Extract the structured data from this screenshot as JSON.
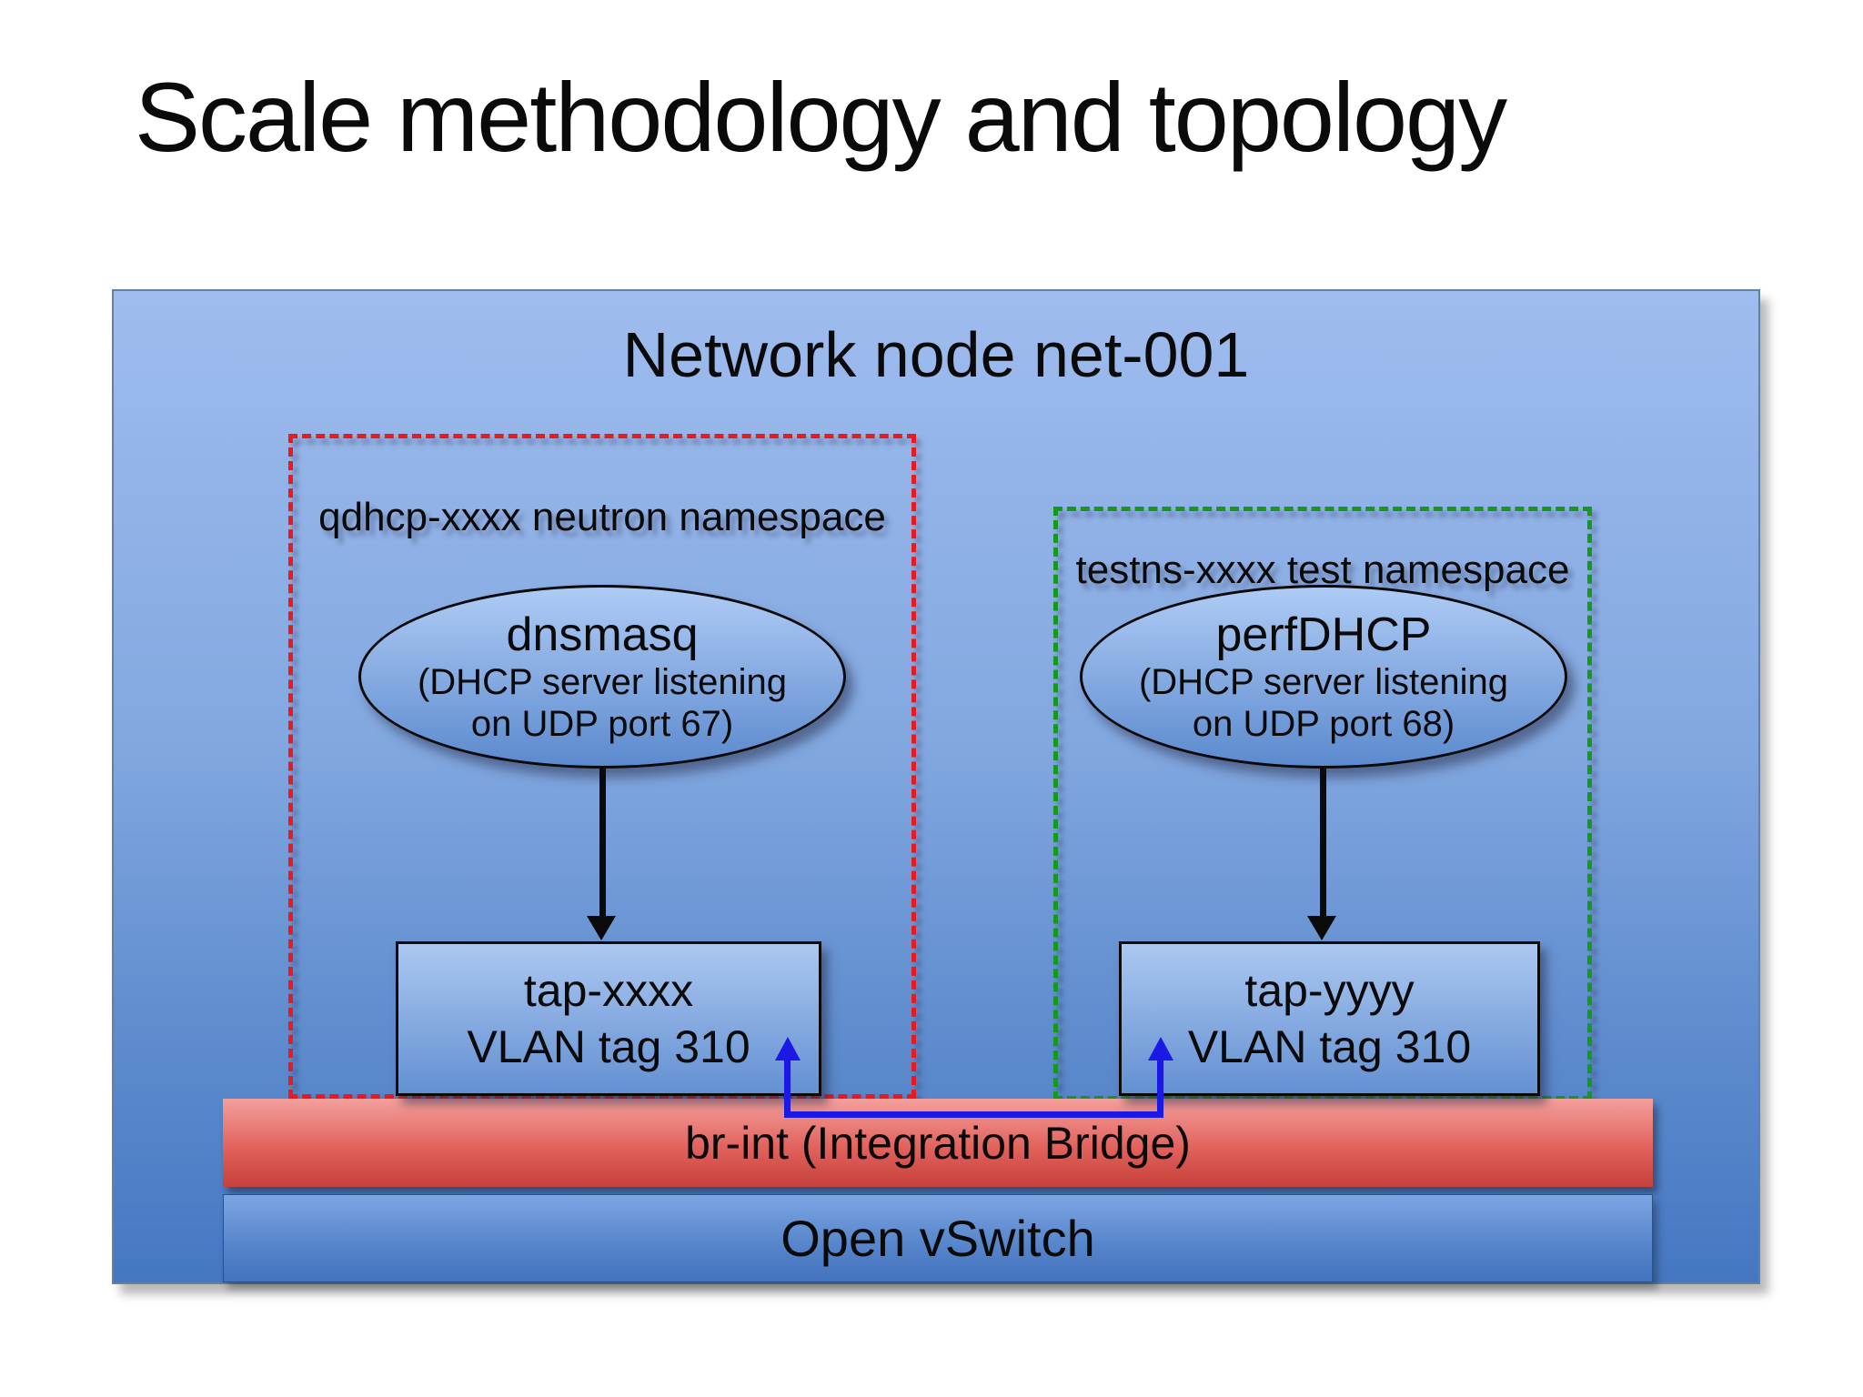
{
  "slide": {
    "title": "Scale methodology and topology"
  },
  "network_node": {
    "title": "Network node net-001",
    "namespaces": [
      {
        "name": "qdhcp-xxxx neutron namespace",
        "accent_color": "#e8191f",
        "process": {
          "name": "dnsmasq",
          "description_line1": "(DHCP server listening",
          "description_line2": "on UDP port 67)"
        },
        "tap_interface": {
          "name": "tap-xxxx",
          "vlan": "VLAN tag 310"
        }
      },
      {
        "name": "testns-xxxx test namespace",
        "accent_color": "#13991c",
        "process": {
          "name": "perfDHCP",
          "description_line1": "(DHCP server listening",
          "description_line2": "on UDP port 68)"
        },
        "tap_interface": {
          "name": "tap-yyyy",
          "vlan": "VLAN tag 310"
        }
      }
    ],
    "integration_bridge": {
      "label": "br-int (Integration Bridge)",
      "color": "#e2625d"
    },
    "open_vswitch": {
      "label": "Open vSwitch",
      "color": "#5584cb"
    },
    "connector_color": "#1b19e6"
  }
}
